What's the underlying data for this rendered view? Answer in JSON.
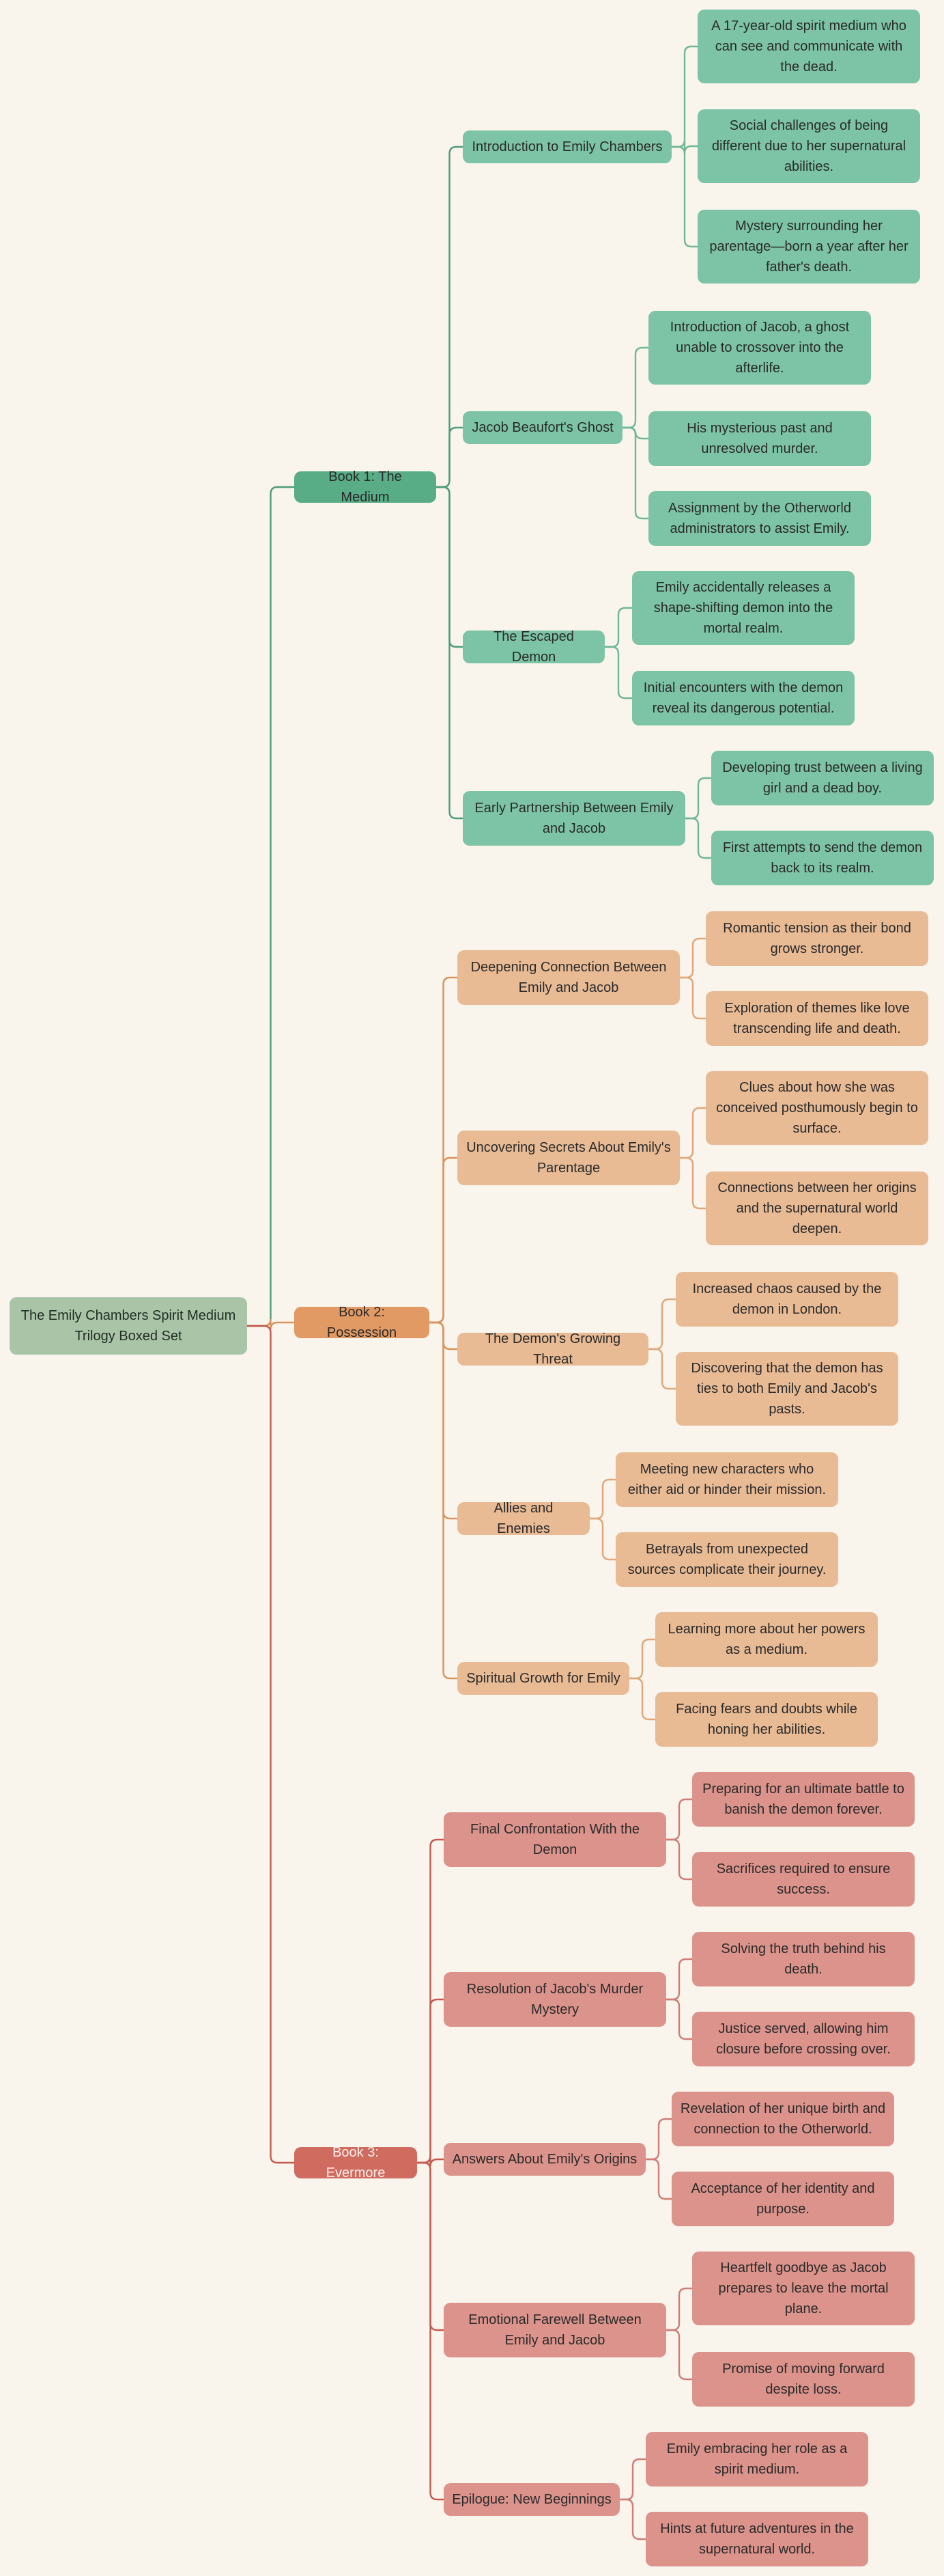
{
  "root": "The Emily Chambers Spirit Medium Trilogy Boxed Set",
  "colors": {
    "b1_edge": "#4e9d78",
    "b2_edge": "#d9935b",
    "b3_edge": "#c45a4f",
    "b1c_edge": "#6fb896",
    "b2c_edge": "#e0a87a",
    "b3c_edge": "#cf7e76"
  },
  "books": [
    {
      "label": "Book 1: The Medium",
      "topics": [
        {
          "label": "Introduction to Emily Chambers",
          "details": [
            "A 17-year-old spirit medium who can see and communicate with the dead.",
            "Social challenges of being different due to her supernatural abilities.",
            "Mystery surrounding her parentage—born a year after her father's death."
          ]
        },
        {
          "label": "Jacob Beaufort's Ghost",
          "details": [
            "Introduction of Jacob, a ghost unable to crossover into the afterlife.",
            "His mysterious past and unresolved murder.",
            "Assignment by the Otherworld administrators to assist Emily."
          ]
        },
        {
          "label": "The Escaped Demon",
          "details": [
            "Emily accidentally releases a shape-shifting demon into the mortal realm.",
            "Initial encounters with the demon reveal its dangerous potential."
          ]
        },
        {
          "label": "Early Partnership Between Emily and Jacob",
          "details": [
            "Developing trust between a living girl and a dead boy.",
            "First attempts to send the demon back to its realm."
          ]
        }
      ]
    },
    {
      "label": "Book 2: Possession",
      "topics": [
        {
          "label": "Deepening Connection Between Emily and Jacob",
          "details": [
            "Romantic tension as their bond grows stronger.",
            "Exploration of themes like love transcending life and death."
          ]
        },
        {
          "label": "Uncovering Secrets About Emily's Parentage",
          "details": [
            "Clues about how she was conceived posthumously begin to surface.",
            "Connections between her origins and the supernatural world deepen."
          ]
        },
        {
          "label": "The Demon's Growing Threat",
          "details": [
            "Increased chaos caused by the demon in London.",
            "Discovering that the demon has ties to both Emily and Jacob's pasts."
          ]
        },
        {
          "label": "Allies and Enemies",
          "details": [
            "Meeting new characters who either aid or hinder their mission.",
            "Betrayals from unexpected sources complicate their journey."
          ]
        },
        {
          "label": "Spiritual Growth for Emily",
          "details": [
            "Learning more about her powers as a medium.",
            "Facing fears and doubts while honing her abilities."
          ]
        }
      ]
    },
    {
      "label": "Book 3: Evermore",
      "topics": [
        {
          "label": "Final Confrontation With the Demon",
          "details": [
            "Preparing for an ultimate battle to banish the demon forever.",
            "Sacrifices required to ensure success."
          ]
        },
        {
          "label": "Resolution of Jacob's Murder Mystery",
          "details": [
            "Solving the truth behind his death.",
            "Justice served, allowing him closure before crossing over."
          ]
        },
        {
          "label": "Answers About Emily's Origins",
          "details": [
            "Revelation of her unique birth and connection to the Otherworld.",
            "Acceptance of her identity and purpose."
          ]
        },
        {
          "label": "Emotional Farewell Between Emily and Jacob",
          "details": [
            "Heartfelt goodbye as Jacob prepares to leave the mortal plane.",
            "Promise of moving forward despite loss."
          ]
        },
        {
          "label": "Epilogue: New Beginnings",
          "details": [
            "Emily embracing her role as a spirit medium.",
            "Hints at future adventures in the supernatural world."
          ]
        }
      ]
    }
  ]
}
